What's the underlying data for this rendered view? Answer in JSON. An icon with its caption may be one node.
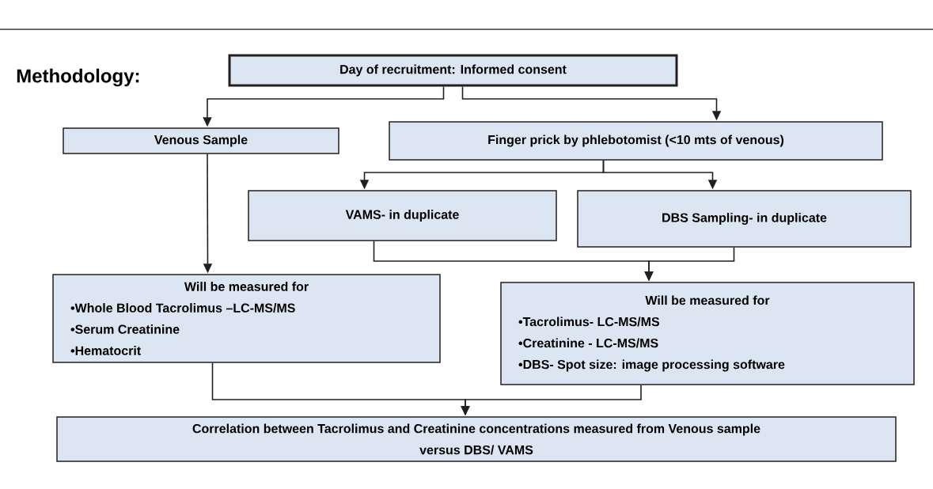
{
  "diagram": {
    "title": "Methodology:",
    "nodes": [
      {
        "text": [
          "Day of recruitment: Informed consent"
        ]
      },
      {
        "text": [
          "Venous Sample"
        ]
      },
      {
        "text": [
          "Finger prick by phlebotomist (<10 mts of venous)"
        ]
      },
      {
        "text": [
          "VAMS- in duplicate"
        ]
      },
      {
        "text": [
          "DBS Sampling- in duplicate"
        ]
      },
      {
        "text": [
          "Will be measured for",
          "•Whole Blood Tacrolimus –LC-MS/MS",
          "•Serum Creatinine",
          "•Hematocrit"
        ]
      },
      {
        "text": [
          "Will be measured for",
          "•Tacrolimus- LC-MS/MS",
          "•Creatinine - LC-MS/MS",
          "•DBS- Spot size: image processing software"
        ]
      },
      {
        "text": [
          "Correlation between Tacrolimus and Creatinine concentrations measured from Venous sample versus DBS/ VAMS"
        ]
      }
    ],
    "edges": [
      {
        "from": 0,
        "to": 1,
        "arrow": "to"
      },
      {
        "from": 0,
        "to": 2,
        "arrow": "to"
      },
      {
        "from": 2,
        "to": 3,
        "arrow": "to"
      },
      {
        "from": 2,
        "to": 4,
        "arrow": "to"
      },
      {
        "from": 1,
        "to": 5,
        "arrow": "to"
      },
      {
        "from": 3,
        "to": 6,
        "arrow": "to"
      },
      {
        "from": 4,
        "to": 6,
        "arrow": "to"
      },
      {
        "from": 5,
        "to": 7,
        "arrow": "to"
      },
      {
        "from": 6,
        "to": 7,
        "arrow": "to"
      }
    ]
  }
}
